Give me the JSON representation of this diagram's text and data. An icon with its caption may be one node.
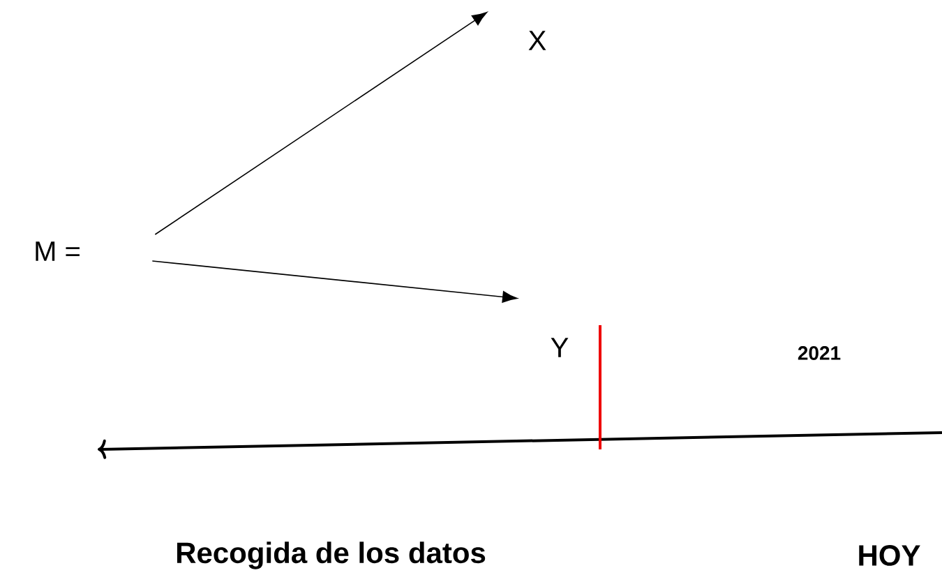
{
  "diagram": {
    "nodes": [
      {
        "text": [
          "M ="
        ]
      },
      {
        "text": [
          "X"
        ]
      },
      {
        "text": [
          "Y"
        ]
      }
    ],
    "edges": [
      {
        "from": 0,
        "to": 1,
        "arrow": "to"
      },
      {
        "from": 0,
        "to": 2,
        "arrow": "to"
      }
    ],
    "labels": [
      "2021",
      "Recogida de los datos",
      "HOY"
    ]
  }
}
